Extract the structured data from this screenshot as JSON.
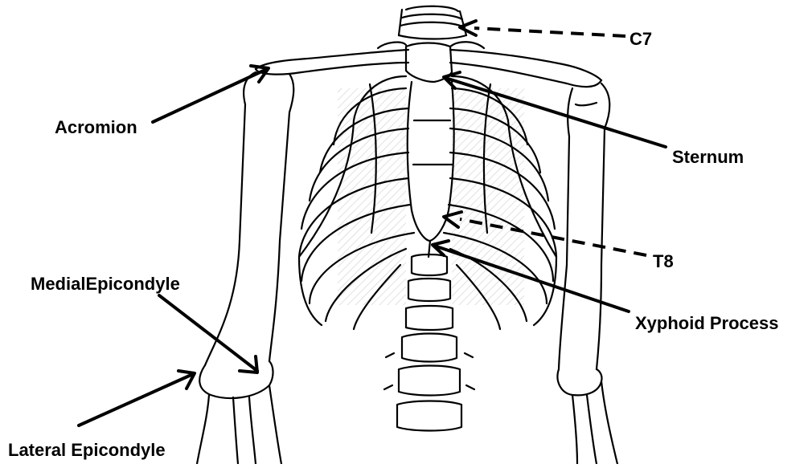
{
  "figure": {
    "labels": {
      "c7": "C7",
      "acromion": "Acromion",
      "sternum": "Sternum",
      "t8": "T8",
      "medial_epicondyle": "MedialEpicondyle",
      "xyphoid_process": "Xyphoid Process",
      "lateral_epicondyle": "Lateral Epicondyle"
    },
    "colors": {
      "line": "#000000",
      "background": "#ffffff"
    }
  }
}
